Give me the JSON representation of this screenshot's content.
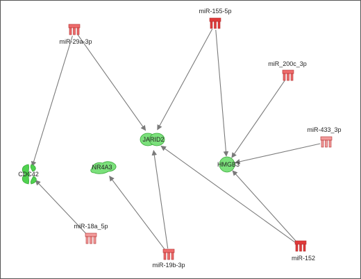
{
  "colors": {
    "edge": "#7a7a7a",
    "mirna_dark": "#e03a3a",
    "mirna_medium": "#ee6b6b",
    "mirna_light": "#f29a9a",
    "gene_green": "#7be07b",
    "gene_stroke": "#3aa83a"
  },
  "mirnas": [
    {
      "id": "mir-29a-3p",
      "label": "miR-29a-3p",
      "color": "#ee6b6b"
    },
    {
      "id": "mir-155-5p",
      "label": "miR-155-5p",
      "color": "#e03a3a"
    },
    {
      "id": "mir-200c-3p",
      "label": "miR_200c_3p",
      "color": "#ee6b6b"
    },
    {
      "id": "mir-433-3p",
      "label": "miR-433_3p",
      "color": "#f29a9a"
    },
    {
      "id": "mir-18a-5p",
      "label": "miR-18a_5p",
      "color": "#f29a9a"
    },
    {
      "id": "mir-19b-3p",
      "label": "miR-19b-3p",
      "color": "#ee6b6b"
    },
    {
      "id": "mir-152",
      "label": "miR-152",
      "color": "#e03a3a"
    }
  ],
  "genes": [
    {
      "id": "jarid2",
      "label": "JARID2",
      "shape": "ellipse-enzyme"
    },
    {
      "id": "hmgb3",
      "label": "HMGB3",
      "shape": "circle"
    },
    {
      "id": "cdc42",
      "label": "CDC42",
      "shape": "enzyme"
    },
    {
      "id": "nr4a3",
      "label": "NR4A3",
      "shape": "blob"
    }
  ],
  "edges": [
    {
      "from": "mir-29a-3p",
      "to": "jarid2"
    },
    {
      "from": "mir-29a-3p",
      "to": "cdc42"
    },
    {
      "from": "mir-155-5p",
      "to": "jarid2"
    },
    {
      "from": "mir-155-5p",
      "to": "hmgb3"
    },
    {
      "from": "mir-200c-3p",
      "to": "hmgb3"
    },
    {
      "from": "mir-433-3p",
      "to": "hmgb3"
    },
    {
      "from": "mir-18a-5p",
      "to": "cdc42"
    },
    {
      "from": "mir-19b-3p",
      "to": "jarid2"
    },
    {
      "from": "mir-19b-3p",
      "to": "nr4a3"
    },
    {
      "from": "mir-152",
      "to": "jarid2"
    },
    {
      "from": "mir-152",
      "to": "hmgb3"
    }
  ]
}
